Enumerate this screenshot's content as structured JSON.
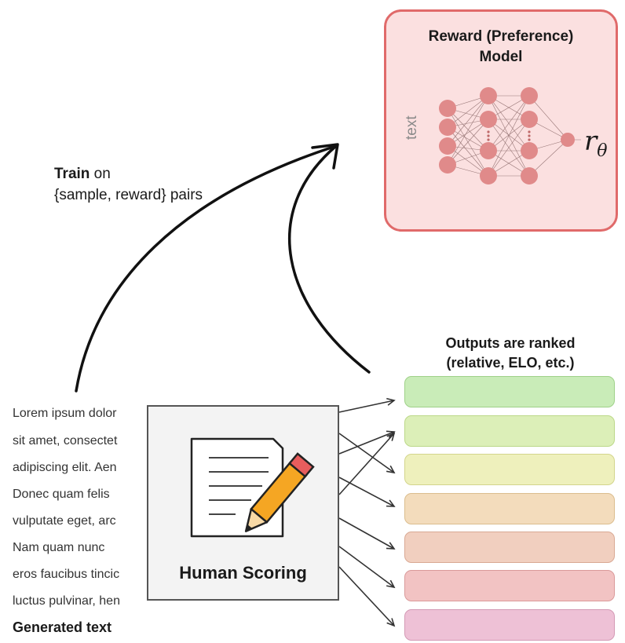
{
  "reward_model": {
    "title_line1": "Reward (Preference)",
    "title_line2": "Model",
    "input_label": "text",
    "output_symbol": "r",
    "output_subscript": "θ"
  },
  "train": {
    "bold": "Train",
    "rest": " on",
    "line2": "{sample, reward} pairs"
  },
  "generated": {
    "lines": [
      "Lorem ipsum dolor",
      "sit amet, consectet",
      "adipiscing elit. Aen",
      "Donec quam felis",
      "vulputate eget, arc",
      "Nam quam nunc",
      "eros faucibus tincic",
      "luctus pulvinar, hen"
    ],
    "label": "Generated text"
  },
  "scoring": {
    "label": "Human Scoring"
  },
  "ranked": {
    "title_line1": "Outputs are ranked",
    "title_line2": "(relative, ELO, etc.)",
    "colors": [
      {
        "fill": "#c9ecb8",
        "stroke": "#9fd189"
      },
      {
        "fill": "#dcefb8",
        "stroke": "#bcd889"
      },
      {
        "fill": "#eef0bc",
        "stroke": "#d3d58c"
      },
      {
        "fill": "#f3dcbc",
        "stroke": "#dbbd8e"
      },
      {
        "fill": "#f1cfbf",
        "stroke": "#d9a994"
      },
      {
        "fill": "#f2c3c3",
        "stroke": "#da9a9a"
      },
      {
        "fill": "#eec1d6",
        "stroke": "#d49ab5"
      }
    ]
  }
}
